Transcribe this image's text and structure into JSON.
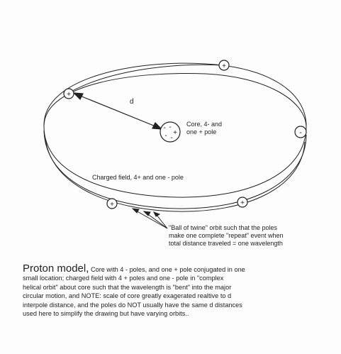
{
  "labels": {
    "d": "d",
    "core_line1": "Core, 4- and",
    "core_line2": "one + pole",
    "field": "Charged field,  4+ and one  -  pole",
    "twine_line1": "\"Ball of twine\" orbit such that the poles",
    "twine_line2": "make one complete  \"repeat\" event when",
    "twine_line3": "total distance traveled = one wavelength"
  },
  "signs": {
    "plus": "+",
    "minus": "-"
  },
  "caption": {
    "title": "Proton model,",
    "line1": " Core with 4 - poles, and one + pole conjugated in  one",
    "line2": "small location; charged field with  4 + poles and one - pole in \"complex",
    "line3": "helical orbit\"  about core such that the wavelength is \"bent\" into the major",
    "line4": "circular motion,  and NOTE: scale of core  greatly exagerated realtive to  d",
    "line5": "interpole distance, and the poles do NOT usually have the same d distances",
    "line6": "used here  to simplify the drawing but have varying orbits.."
  },
  "colors": {
    "ink": "#222222",
    "paper": "#fdfdfd"
  }
}
